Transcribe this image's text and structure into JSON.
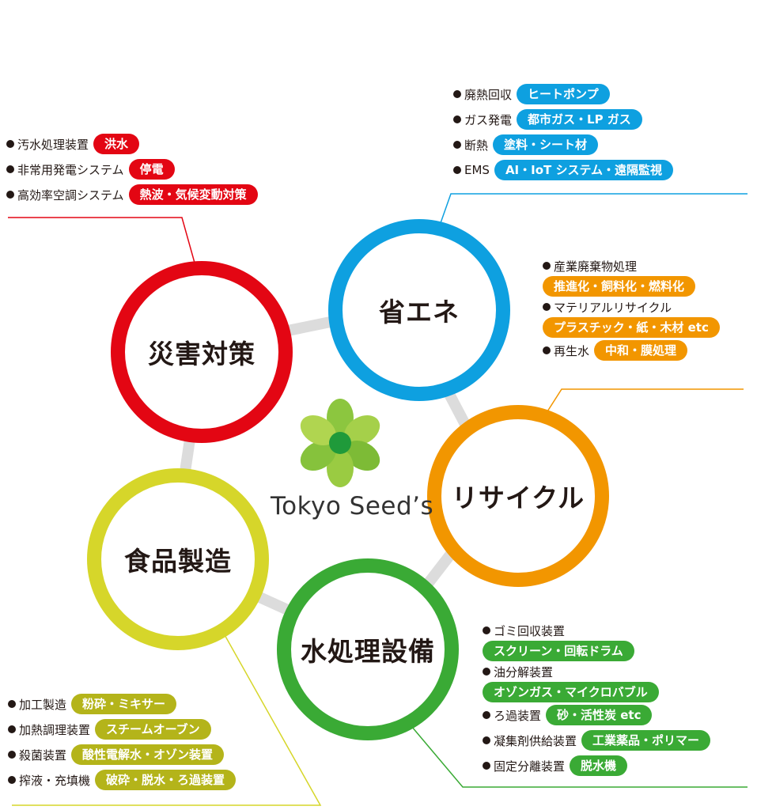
{
  "brand": {
    "name": "Tokyo Seed’s"
  },
  "colors": {
    "red": "#e30613",
    "blue": "#0ea0e0",
    "orange": "#f29600",
    "green": "#3aaa35",
    "olive": "#b4b41a",
    "ring": "#dcdcdc",
    "leaf": "#8cc63f"
  },
  "circles": {
    "disaster": "災害対策",
    "energy": "省エネ",
    "recycle": "リサイクル",
    "water": "水処理設備",
    "food": "食品製造"
  },
  "disaster_items": [
    {
      "label": "汚水処理装置",
      "tag": "洪水"
    },
    {
      "label": "非常用発電システム",
      "tag": "停電"
    },
    {
      "label": "高効率空調システム",
      "tag": "熱波・気候変動対策"
    }
  ],
  "energy_items": [
    {
      "label": "廃熱回収",
      "tag": "ヒートポンプ"
    },
    {
      "label": "ガス発電",
      "tag": "都市ガス・LP ガス"
    },
    {
      "label": "断熱",
      "tag": "塗料・シート材"
    },
    {
      "label": "EMS",
      "tag": "AI・IoT システム・遠隔監視"
    }
  ],
  "recycle_items": {
    "item1_label": "産業廃棄物処理",
    "item1_tag": "推進化・飼料化・燃料化",
    "item2_label": "マテリアルリサイクル",
    "item2_tag": "プラスチック・紙・木材 etc",
    "item3_label": "再生水",
    "item3_tag": "中和・膜処理"
  },
  "water_items": {
    "item1_label": "ゴミ回収装置",
    "item1_tag": "スクリーン・回転ドラム",
    "item2_label": "油分解装置",
    "item2_tag": "オゾンガス・マイクロバブル",
    "item3_label": "ろ過装置",
    "item3_tag": "砂・活性炭 etc",
    "item4_label": "凝集剤供給装置",
    "item4_tag": "工業薬品・ポリマー",
    "item5_label": "固定分離装置",
    "item5_tag": "脱水機"
  },
  "food_items": [
    {
      "label": "加工製造",
      "tag": "粉砕・ミキサー"
    },
    {
      "label": "加熱調理装置",
      "tag": "スチームオーブン"
    },
    {
      "label": "殺菌装置",
      "tag": "酸性電解水・オゾン装置"
    },
    {
      "label": "搾液・充填機",
      "tag": "破砕・脱水・ろ過装置"
    }
  ]
}
